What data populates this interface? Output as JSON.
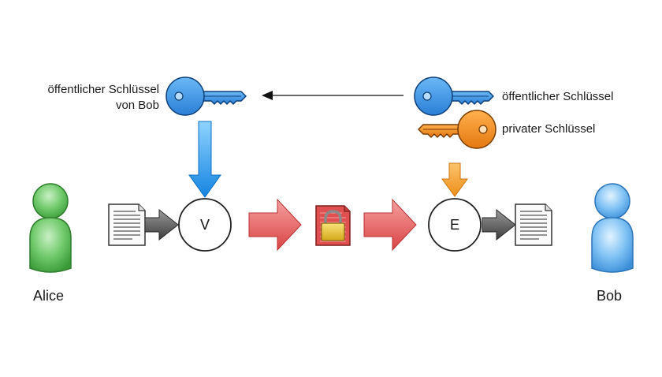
{
  "labels": {
    "alice_public_key_line1": "öffentlicher Schlüssel",
    "alice_public_key_line2": "von Bob",
    "bob_public_key": "öffentlicher Schlüssel",
    "bob_private_key": "privater Schlüssel",
    "alice": "Alice",
    "bob": "Bob",
    "encrypt_node": "V",
    "decrypt_node": "E"
  },
  "colors": {
    "alice": "#5fbf5a",
    "bob": "#69b3ee",
    "public_key": "#3a8fe0",
    "private_key": "#f08a1e",
    "flow_arrow": "#e85a5a",
    "blue_arrow": "#1e9af0",
    "orange_arrow": "#f3a43a",
    "lock": "#e8c52a"
  }
}
